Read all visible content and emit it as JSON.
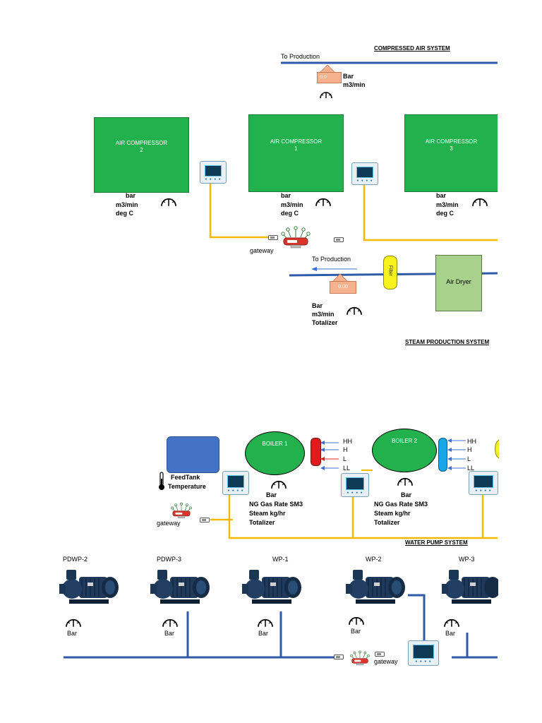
{
  "air": {
    "heading": "COMPRESSED AIR SYSTEM",
    "to_production_top": "To Production",
    "top_meter_value": "0.0",
    "top_meter_units": [
      "Bar",
      "m3/min"
    ],
    "compressors": [
      {
        "name": "AIR COMPRESSOR",
        "number": "2",
        "readings": [
          "bar",
          "m3/min",
          "deg C"
        ]
      },
      {
        "name": "AIR COMPRESSOR",
        "number": "1",
        "readings": [
          "bar",
          "m3/min",
          "deg C"
        ]
      },
      {
        "name": "AIR COMPRESSOR",
        "number": "3",
        "readings": [
          "bar",
          "m3/min",
          "deg C"
        ]
      }
    ],
    "gateway_label": "gateway",
    "to_production_bottom": "To Production",
    "bottom_meter_value": "0.00",
    "bottom_meter_units": [
      "Bar",
      "m3/min",
      "Totalizer"
    ],
    "filter_label": "Filter",
    "dryer_label": "Air Dryer"
  },
  "steam": {
    "heading": "STEAM PRODUCTION SYSTEM",
    "feedtank_label": [
      "FeedTank",
      "Temperature"
    ],
    "boilers": [
      {
        "name": "BOILER 1",
        "readings": [
          "Bar",
          "NG Gas Rate SM3",
          "Steam kg/hr",
          "Totalizer"
        ]
      },
      {
        "name": "BOILER 2",
        "readings": [
          "Bar",
          "NG Gas Rate SM3",
          "Steam kg/hr",
          "Totalizer"
        ]
      }
    ],
    "levels": [
      "HH",
      "H",
      "L",
      "LL"
    ],
    "gateway_label": "gateway"
  },
  "water": {
    "heading": "WATER PUMP SYSTEM",
    "pumps": [
      {
        "name": "PDWP-2",
        "reading": "Bar"
      },
      {
        "name": "PDWP-3",
        "reading": "Bar"
      },
      {
        "name": "WP-1",
        "reading": "Bar"
      },
      {
        "name": "WP-2",
        "reading": "Bar"
      },
      {
        "name": "WP-3",
        "reading": "Bar"
      }
    ],
    "gateway_label": "gateway"
  },
  "colors": {
    "pipe_blue": "#2e5aa8",
    "signal_yellow": "#f5b800",
    "compressor_green": "#22b14c",
    "boiler_green": "#22b14c",
    "dryer_green": "#a9d18e"
  }
}
